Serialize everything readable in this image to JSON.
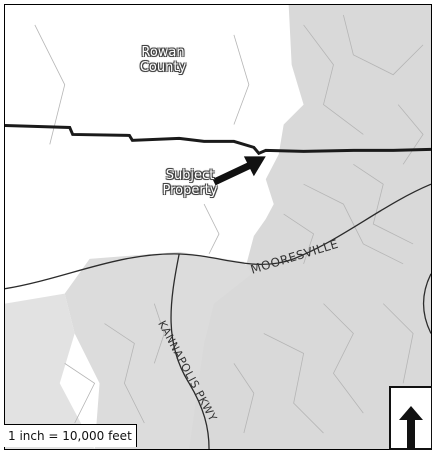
{
  "labels": {
    "rowan_county": "Rowan\nCounty",
    "subject_property": "Subject\nProperty"
  },
  "roads": {
    "mooresville": "MOORESVILLE",
    "kannapolis_pkwy": "KANNAPOLIS PKWY"
  },
  "scale": {
    "text": "1 inch = 10,000 feet"
  },
  "north_arrow": {
    "icon": "north-arrow-icon"
  },
  "colors": {
    "developed_area": "#d9d9d9",
    "boundary_line": "#1a1a1a",
    "road_line": "#2b2b2b",
    "street_line": "#b5b5b5"
  }
}
